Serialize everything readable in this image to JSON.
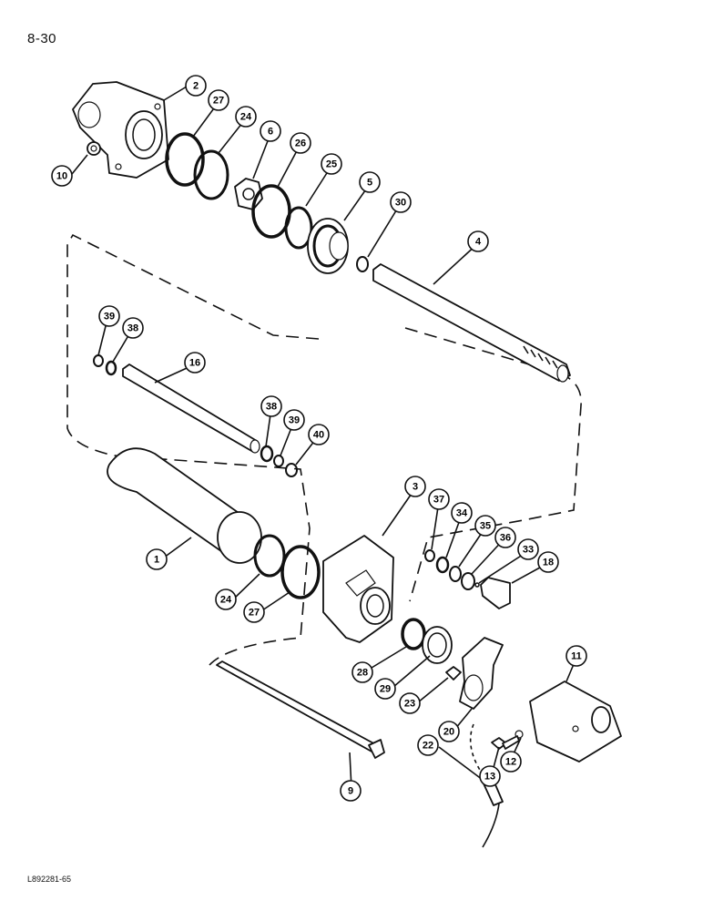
{
  "page_number": "8-30",
  "figure_code": "L892281-65",
  "callouts": [
    "2",
    "27",
    "24",
    "6",
    "26",
    "25",
    "5",
    "30",
    "4",
    "10",
    "39",
    "38",
    "16",
    "38",
    "39",
    "40",
    "3",
    "37",
    "34",
    "35",
    "36",
    "33",
    "18",
    "1",
    "24",
    "27",
    "28",
    "29",
    "23",
    "11",
    "20",
    "12",
    "13",
    "22",
    "9"
  ]
}
